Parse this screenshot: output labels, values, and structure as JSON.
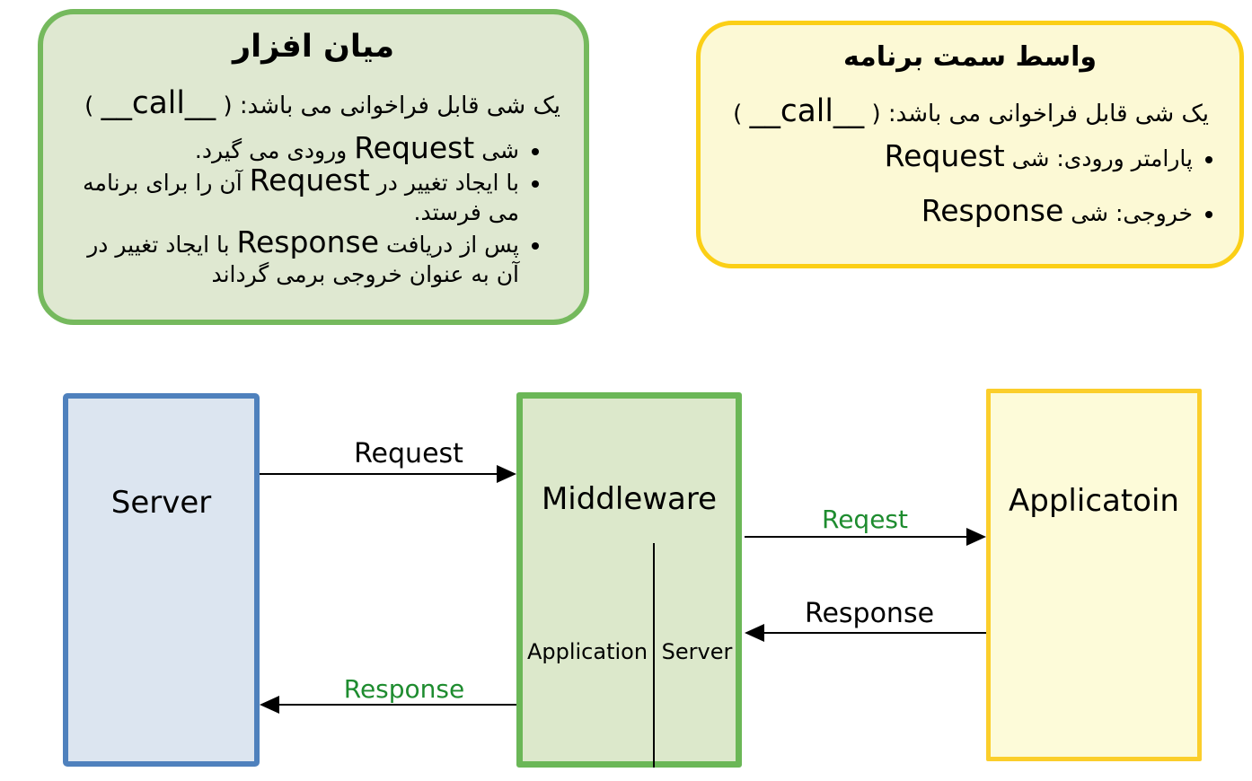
{
  "notes": {
    "middleware": {
      "title": "میان افزار",
      "intro": {
        "pre": "یک شی قابل فراخوانی می باشد: (",
        "latin": "__call__",
        "post": ")"
      },
      "bullets": [
        {
          "pre": "شی",
          "latin": "Request",
          "post": "ورودی می گیرد."
        },
        {
          "pre": "با ایجاد تغییر در",
          "latin": "Request",
          "post": "آن را برای برنامه می فرستد."
        },
        {
          "pre": "پس از دریافت",
          "latin": "Response",
          "post": "با ایجاد تغییر در آن به عنوان خروجی برمی گرداند"
        }
      ]
    },
    "app_interface": {
      "title": "واسط سمت برنامه",
      "intro": {
        "pre": "یک شی قابل فراخوانی می باشد: (",
        "latin": "__call__",
        "post": ")"
      },
      "bullets": [
        {
          "pre": "پارامتر ورودی: شی",
          "latin": "Request",
          "post": ""
        },
        {
          "pre": "خروجی: شی",
          "latin": "Response",
          "post": ""
        }
      ]
    }
  },
  "diagram": {
    "server": {
      "label": "Server"
    },
    "middleware": {
      "label": "Middleware",
      "left_section": "Application",
      "right_section": "Server"
    },
    "application": {
      "label": "Applicatoin"
    },
    "arrows": {
      "server_to_middleware": {
        "label": "Request",
        "color": "#000000"
      },
      "middleware_to_application": {
        "label": "Reqest",
        "color": "#1e8c2f"
      },
      "application_to_middleware": {
        "label": "Response",
        "color": "#000000"
      },
      "middleware_to_server": {
        "label": "Response",
        "color": "#1e8c2f"
      }
    }
  },
  "colors": {
    "note_green_fill": "#dfe8d1",
    "note_green_border": "#75b95d",
    "note_yellow_fill": "#fcf9d5",
    "note_yellow_border": "#fbcf16",
    "server_fill": "#dce5f0",
    "server_border": "#4f81bd",
    "middleware_fill": "#dce8cb",
    "middleware_border": "#6bb757",
    "application_fill": "#fdfbd9",
    "application_border": "#fbce2b",
    "green_label_text": "#1e8c2f"
  }
}
